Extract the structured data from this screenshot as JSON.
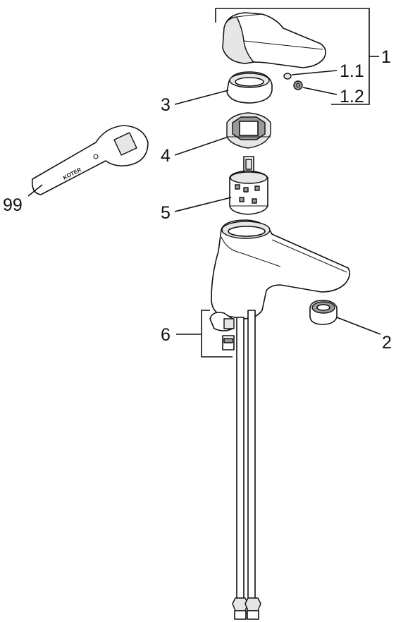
{
  "callouts": {
    "c1": "1",
    "c1_1": "1.1",
    "c1_2": "1.2",
    "c2": "2",
    "c3": "3",
    "c4": "4",
    "c5": "5",
    "c6": "6",
    "c99": "99"
  },
  "tool_text": "KOTER"
}
